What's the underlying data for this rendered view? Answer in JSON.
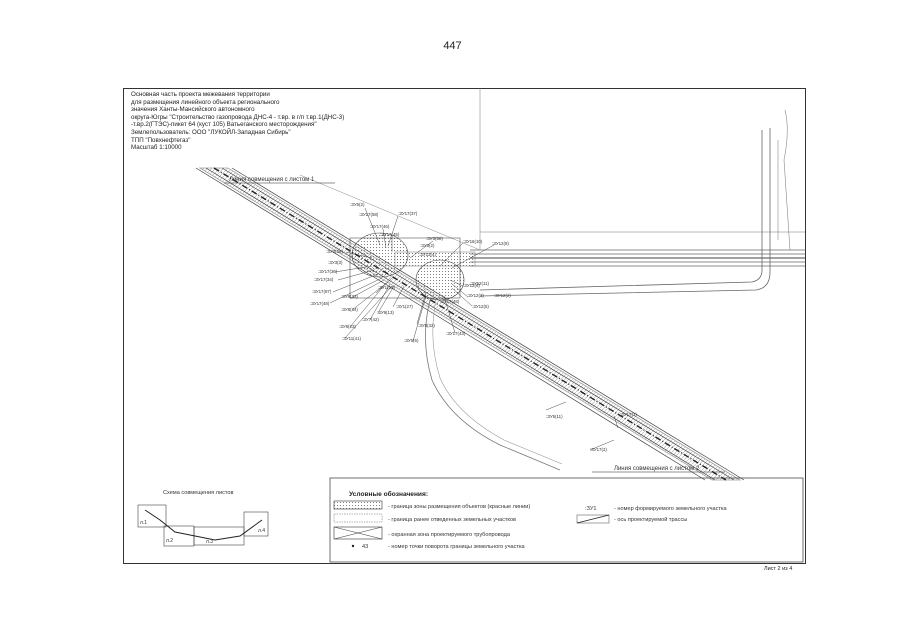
{
  "page_number": "447",
  "title_lines": [
    "Основная часть проекта межевания  территории",
    "для размещения линейного объекта регионального",
    "значения Ханты-Мансийского автономного",
    "округа-Югры \"Строительство газопровода ДНС-4 - т.вр. в г/п т.вр.1(ДНС-3)",
    "-т.вр.2(ГТЭС)-пикет 64 (куст 105) Ватьеганского месторождения\"",
    "Землепользователь: ООО \"ЛУКОЙЛ-Западная Сибирь\"",
    "ТПП \"Повхнефтегаз\"",
    "Масштаб 1:10000"
  ],
  "join_lines": {
    "sheet1": "Линия совмещения с листом 1",
    "sheet2": "Линия совмещения с листом 2"
  },
  "parcel_labels": [
    ":ЗУ5(2)",
    ":ЗУ17(37)",
    ":ЗУ17(58)",
    ":ЗУ17(46)",
    ":ЗУ17(45)",
    ":ЗУ3(58)",
    ":ЗУ16(10)",
    ":ЗУ3(2)",
    ":ЗУ12(8)",
    ":ЗУ3(38)",
    ":ЗУ3(3)",
    ":ЗУ13(4)",
    ":ЗУ17(36)",
    ":ЗУ17(34)",
    ":ЗУ17(87)",
    ":ЗУ17(48)",
    ":ЗУ8(33)",
    ":ЗУ8(34)",
    ":ЗУ7(42)",
    ":ЗУ8(23)",
    ":ЗУ11(41)",
    ":ЗУ9(13)",
    ":ЗУ1(23)",
    ":ЗУ1(27)",
    ":ЗУ8(32)",
    ":ЗУ5(6)",
    ":ЗУ17(43)",
    ":ЗУ12(6)",
    ":ЗУ52(11)",
    ":ЗУ12(3)",
    ":ЗУ12(2)",
    ":ЗУ12(5)",
    ":ЗУ17(48)",
    ":ЗУ5(11)",
    ":ЗУ17(1)",
    ":ЗУ17(2)"
  ],
  "scheme": {
    "title": "Схема совмещения листов",
    "sheets": [
      "л.1",
      "л.2",
      "л.3",
      "л.4"
    ]
  },
  "legend": {
    "title": "Условные обозначения:",
    "items": [
      "- граница зоны размещения объектов (красные линии)",
      "- граница ранее отведенных земельных участков",
      "- охранная зона проектируемого трубопровода",
      "- номер точки поворота границы земельного участка"
    ],
    "point_sample": "43",
    "right_items": [
      "- номер формируемого земельного участка",
      "- ось проектируемой трассы"
    ],
    "parcel_sample": ":ЗУ1"
  },
  "sheet_label": "Лист 2 из 4"
}
